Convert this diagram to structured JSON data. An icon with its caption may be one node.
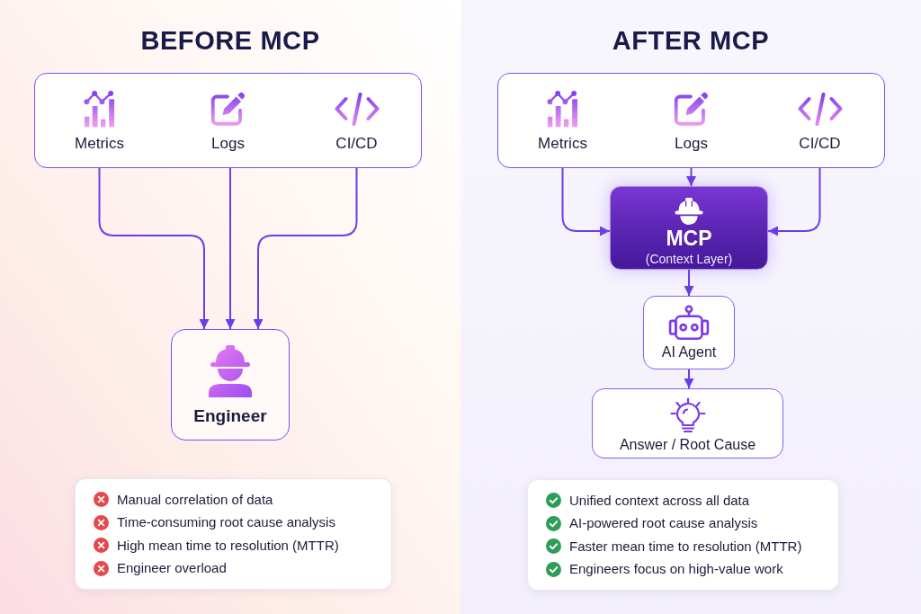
{
  "diagram": {
    "nodes": [
      {
        "text": [
          "BEFORE MCP"
        ]
      },
      {
        "text": [],
        "shape": "box",
        "in": 0
      },
      {
        "text": [
          "Metrics"
        ],
        "in": 1
      },
      {
        "text": [
          "Logs"
        ],
        "in": 1
      },
      {
        "text": [
          "CI/CD"
        ],
        "in": 1
      },
      {
        "text": [
          "Engineer"
        ],
        "in": 0
      },
      {
        "text": [
          "Manual correlation of data",
          "Time-consuming root cause analysis",
          "High mean time to resolution (MTTR)",
          "Engineer overload"
        ],
        "in": 0
      },
      {
        "text": [
          "AFTER MCP"
        ]
      },
      {
        "text": [],
        "shape": "box",
        "in": 7
      },
      {
        "text": [
          "Metrics"
        ],
        "in": 8
      },
      {
        "text": [
          "Logs"
        ],
        "in": 8
      },
      {
        "text": [
          "CI/CD"
        ],
        "in": 8
      },
      {
        "text": [
          "MCP",
          "(Context Layer)"
        ],
        "in": 7
      },
      {
        "text": [
          "AI Agent"
        ],
        "in": 7
      },
      {
        "text": [
          "Answer / Root Cause"
        ],
        "in": 7
      },
      {
        "text": [
          "Unified context across all data",
          "AI-powered root cause analysis",
          "Faster mean time to resolution (MTTR)",
          "Engineers focus on high-value work"
        ],
        "in": 7
      }
    ],
    "edges": [
      {
        "from": 2,
        "to": 5,
        "arrow": "to"
      },
      {
        "from": 3,
        "to": 5,
        "arrow": "to"
      },
      {
        "from": 4,
        "to": 5,
        "arrow": "to"
      },
      {
        "from": 9,
        "to": 12,
        "arrow": "to"
      },
      {
        "from": 10,
        "to": 12,
        "arrow": "to"
      },
      {
        "from": 11,
        "to": 12,
        "arrow": "to"
      },
      {
        "from": 12,
        "to": 13,
        "arrow": "to"
      },
      {
        "from": 13,
        "to": 14,
        "arrow": "to"
      }
    ]
  }
}
